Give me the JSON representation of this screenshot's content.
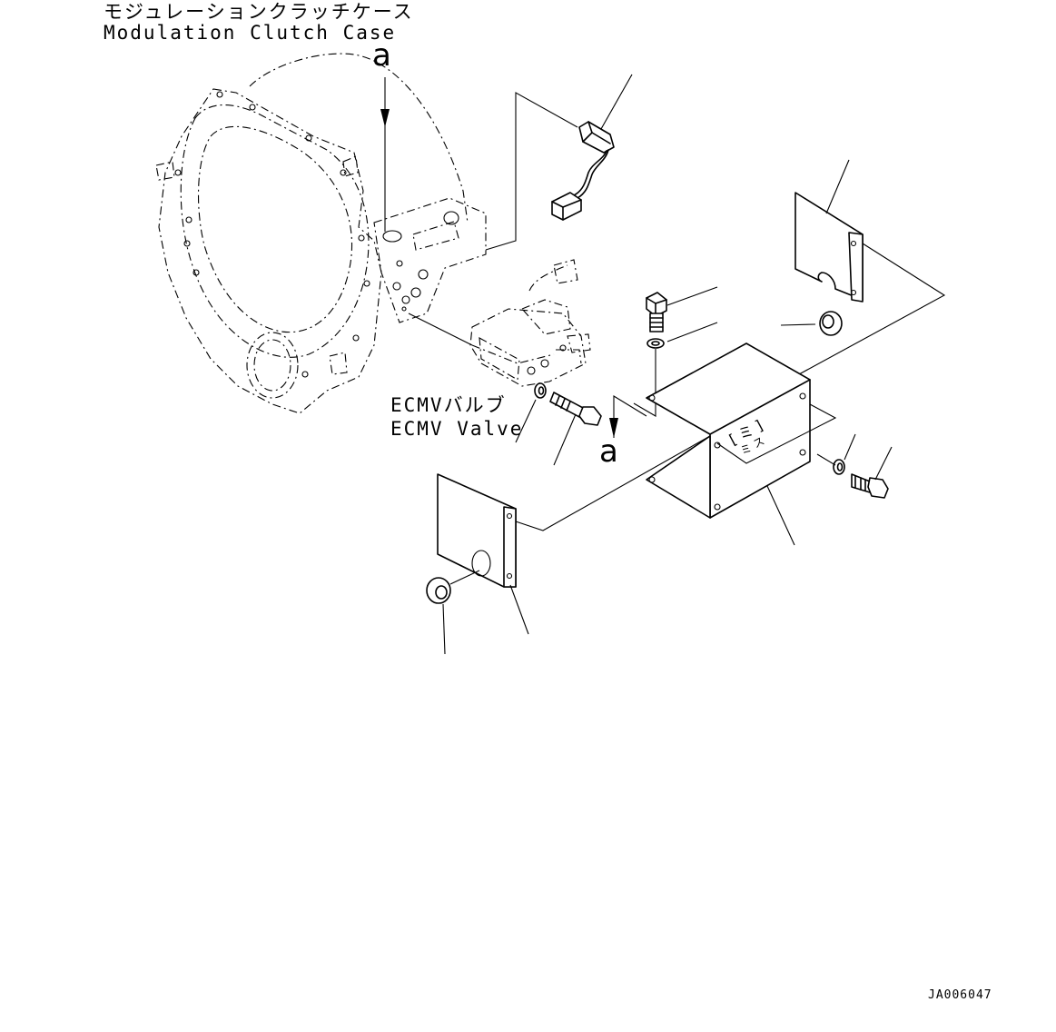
{
  "labels": {
    "case_jp": "モジュレーションクラッチケース",
    "case_en": "Modulation Clutch Case",
    "valve_jp": "ECMVバルブ",
    "valve_en": "ECMV Valve",
    "marker_top": "a",
    "marker_bottom": "a",
    "drawing_code": "JA006047"
  },
  "parts": [
    {
      "name": "modulation-clutch-case",
      "icon": "clutch-case-outline"
    },
    {
      "name": "ecmv-valve",
      "icon": "valve-block"
    },
    {
      "name": "sensor-with-connector",
      "icon": "sensor"
    },
    {
      "name": "cover-box",
      "icon": "box-cover"
    },
    {
      "name": "right-plate",
      "icon": "plate"
    },
    {
      "name": "left-plate",
      "icon": "plate"
    },
    {
      "name": "grommets",
      "icon": "grommet"
    },
    {
      "name": "bolts",
      "icon": "bolt"
    },
    {
      "name": "washers",
      "icon": "washer"
    }
  ]
}
